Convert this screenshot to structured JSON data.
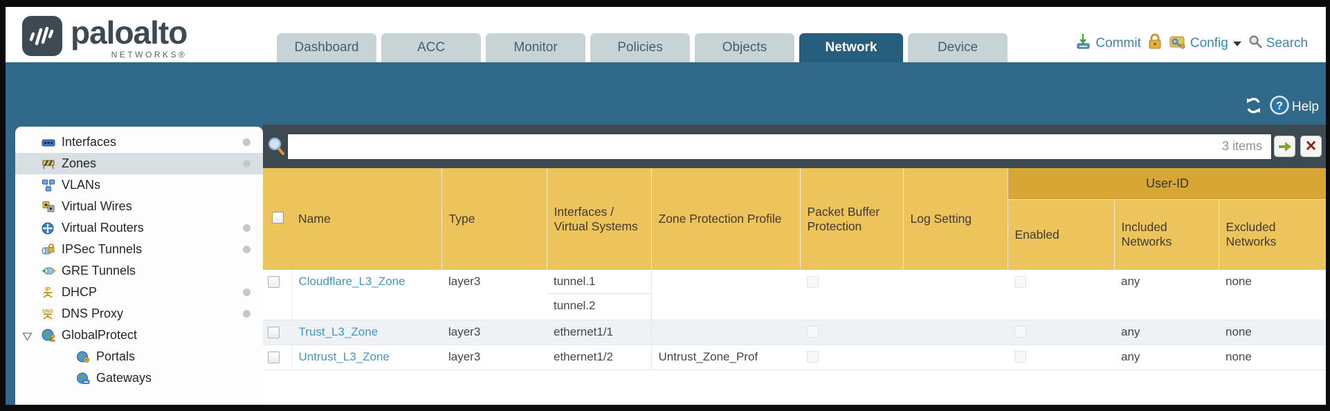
{
  "brand": {
    "name": "paloalto",
    "subname": "NETWORKS®",
    "logo_icon": "paloalto-logo"
  },
  "nav": {
    "tabs": [
      {
        "label": "Dashboard",
        "active": false
      },
      {
        "label": "ACC",
        "active": false
      },
      {
        "label": "Monitor",
        "active": false
      },
      {
        "label": "Policies",
        "active": false
      },
      {
        "label": "Objects",
        "active": false
      },
      {
        "label": "Network",
        "active": true
      },
      {
        "label": "Device",
        "active": false
      }
    ]
  },
  "toolbar": {
    "commit_label": "Commit",
    "config_label": "Config",
    "search_label": "Search"
  },
  "band": {
    "help_label": "Help"
  },
  "filter": {
    "value": "",
    "items_count": "3 items"
  },
  "sidebar": {
    "items": [
      {
        "label": "Interfaces",
        "icon": "interfaces-icon",
        "dot": true,
        "selected": false
      },
      {
        "label": "Zones",
        "icon": "zones-icon",
        "dot": true,
        "selected": true
      },
      {
        "label": "VLANs",
        "icon": "vlans-icon",
        "dot": false,
        "selected": false
      },
      {
        "label": "Virtual Wires",
        "icon": "virtual-wires-icon",
        "dot": false,
        "selected": false
      },
      {
        "label": "Virtual Routers",
        "icon": "virtual-routers-icon",
        "dot": true,
        "selected": false
      },
      {
        "label": "IPSec Tunnels",
        "icon": "ipsec-tunnels-icon",
        "dot": true,
        "selected": false
      },
      {
        "label": "GRE Tunnels",
        "icon": "gre-tunnels-icon",
        "dot": false,
        "selected": false
      },
      {
        "label": "DHCP",
        "icon": "dhcp-icon",
        "dot": true,
        "selected": false
      },
      {
        "label": "DNS Proxy",
        "icon": "dns-proxy-icon",
        "dot": true,
        "selected": false
      },
      {
        "label": "GlobalProtect",
        "icon": "globalprotect-icon",
        "dot": false,
        "selected": false,
        "expanded": true
      },
      {
        "label": "Portals",
        "icon": "portals-icon",
        "dot": false,
        "selected": false,
        "child": true
      },
      {
        "label": "Gateways",
        "icon": "gateways-icon",
        "dot": false,
        "selected": false,
        "child": true
      }
    ]
  },
  "table": {
    "group_header": "User-ID",
    "headers": {
      "name": "Name",
      "type": "Type",
      "interfaces": "Interfaces / Virtual Systems",
      "zone_protection_profile": "Zone Protection Profile",
      "packet_buffer_protection": "Packet Buffer Protection",
      "log_setting": "Log Setting",
      "enabled": "Enabled",
      "included_networks": "Included Networks",
      "excluded_networks": "Excluded Networks"
    },
    "rows": [
      {
        "name": "Cloudflare_L3_Zone",
        "type": "layer3",
        "interfaces": [
          "tunnel.1",
          "tunnel.2"
        ],
        "zone_protection_profile": "",
        "log_setting": "",
        "included_networks": "any",
        "excluded_networks": "none"
      },
      {
        "name": "Trust_L3_Zone",
        "type": "layer3",
        "interfaces": [
          "ethernet1/1"
        ],
        "zone_protection_profile": "",
        "log_setting": "",
        "included_networks": "any",
        "excluded_networks": "none"
      },
      {
        "name": "Untrust_L3_Zone",
        "type": "layer3",
        "interfaces": [
          "ethernet1/2"
        ],
        "zone_protection_profile": "Untrust_Zone_Prof",
        "log_setting": "",
        "included_networks": "any",
        "excluded_networks": "none"
      }
    ]
  },
  "colors": {
    "teal_band": "#30698a",
    "active_tab": "#265e7d",
    "inactive_tab": "#c8d3d5",
    "table_header": "#edc35c",
    "user_id_band": "#d8a634",
    "link_blue": "#4596bf",
    "filter_strip": "#3e4a52",
    "toolbar_link_blue": "#3986ae"
  }
}
